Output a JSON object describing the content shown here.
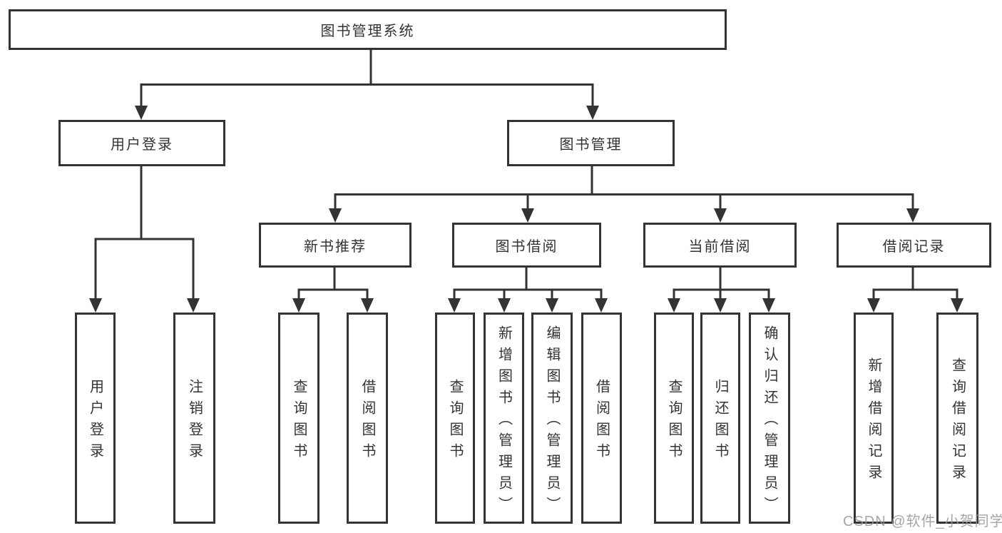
{
  "diagram": {
    "root": "图书管理系统",
    "branches": [
      {
        "label": "用户登录",
        "children": [
          "用户登录",
          "注销登录"
        ]
      },
      {
        "label": "图书管理",
        "children": [
          {
            "label": "新书推荐",
            "children": [
              "查询图书",
              "借阅图书"
            ]
          },
          {
            "label": "图书借阅",
            "children": [
              "查询图书",
              "新增图书（管理员）",
              "编辑图书（管理员）",
              "借阅图书"
            ]
          },
          {
            "label": "当前借阅",
            "children": [
              "查询图书",
              "归还图书",
              "确认归还（管理员）"
            ]
          },
          {
            "label": "借阅记录",
            "children": [
              "新增借阅记录",
              "查询借阅记录"
            ]
          }
        ]
      }
    ]
  },
  "watermark": "CSDN @软件_小贺同学",
  "colors": {
    "line": "#333333",
    "box_border": "#333333",
    "text": "#333333",
    "watermark": "#969696",
    "background": "#ffffff"
  }
}
